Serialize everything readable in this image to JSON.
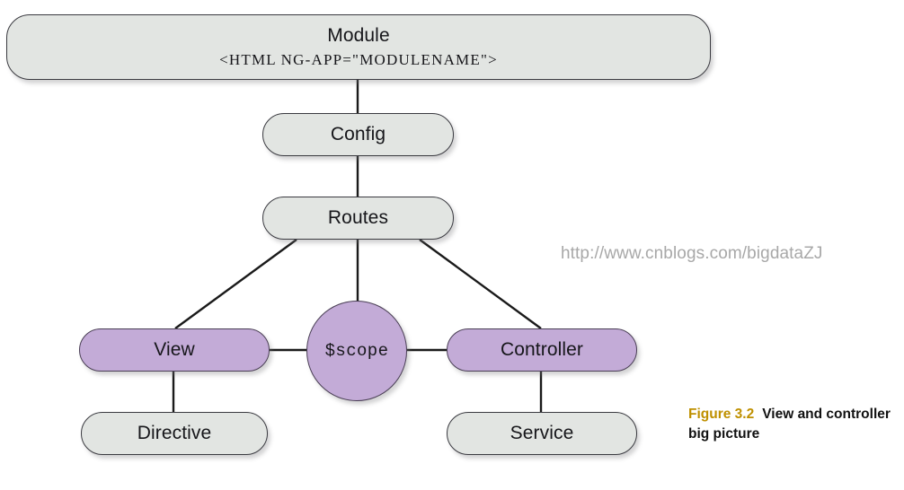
{
  "figure": {
    "number_label": "Figure 3.2",
    "caption_text": "View and controller big picture",
    "number_color": "#bf9000",
    "caption_color": "#111111"
  },
  "watermark": {
    "text": "http://www.cnblogs.com/bigdataZJ",
    "color": "#a8a8a8"
  },
  "colors": {
    "node_gray_fill": "#e2e5e2",
    "node_purple_fill": "#c3abd7",
    "node_border": "#3a3a40",
    "connector": "#1a1a1a",
    "background": "#ffffff"
  },
  "diagram": {
    "type": "block-diagram",
    "nodes": [
      {
        "id": "module",
        "title": "Module",
        "subtitle": "<HTML NG-APP=\"MODULENAME\">",
        "shape": "rounded-rect",
        "fill": "gray"
      },
      {
        "id": "config",
        "title": "Config",
        "shape": "pill",
        "fill": "gray"
      },
      {
        "id": "routes",
        "title": "Routes",
        "shape": "pill",
        "fill": "gray"
      },
      {
        "id": "view",
        "title": "View",
        "shape": "pill",
        "fill": "purple"
      },
      {
        "id": "scope",
        "title": "$scope",
        "shape": "circle",
        "fill": "purple",
        "mono": true
      },
      {
        "id": "controller",
        "title": "Controller",
        "shape": "pill",
        "fill": "purple"
      },
      {
        "id": "directive",
        "title": "Directive",
        "shape": "pill",
        "fill": "gray"
      },
      {
        "id": "service",
        "title": "Service",
        "shape": "pill",
        "fill": "gray"
      }
    ],
    "edges": [
      {
        "from": "module",
        "to": "config"
      },
      {
        "from": "config",
        "to": "routes"
      },
      {
        "from": "routes",
        "to": "view"
      },
      {
        "from": "routes",
        "to": "scope"
      },
      {
        "from": "routes",
        "to": "controller"
      },
      {
        "from": "view",
        "to": "scope"
      },
      {
        "from": "scope",
        "to": "controller"
      },
      {
        "from": "view",
        "to": "directive"
      },
      {
        "from": "controller",
        "to": "service"
      }
    ]
  }
}
